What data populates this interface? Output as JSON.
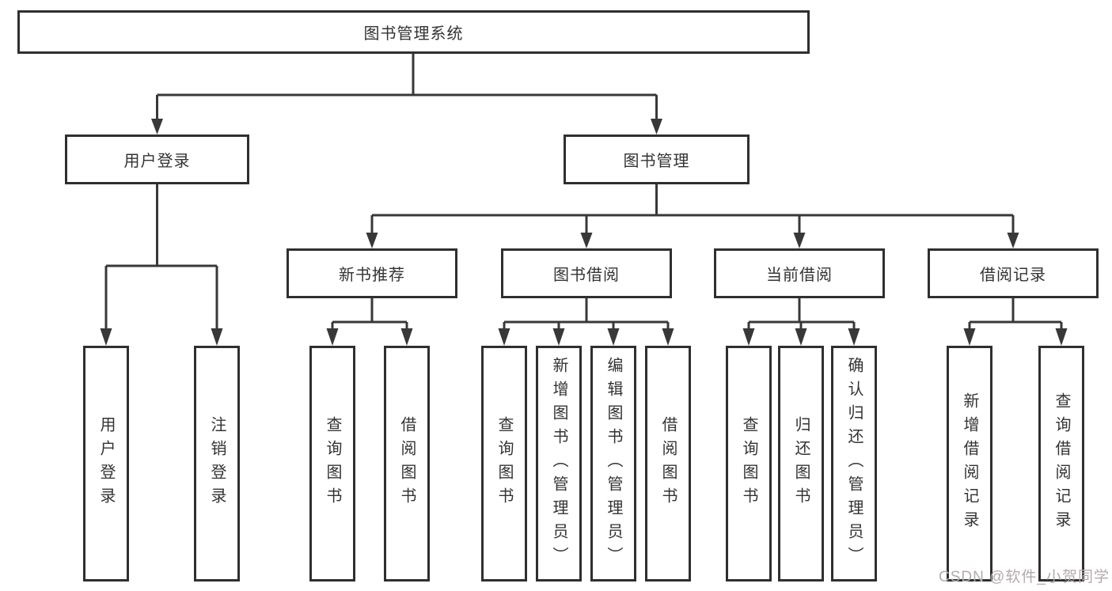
{
  "diagram_title": "图书管理系统",
  "colors": {
    "line": "#383838",
    "box_border": "#2f2f2f",
    "text": "#333333",
    "watermark": "#b4abab",
    "background": "#ffffff"
  },
  "nodes": {
    "root": "图书管理系统",
    "user_login": "用户登录",
    "book_management": "图书管理",
    "new_book_recommend": "新书推荐",
    "book_borrow": "图书借阅",
    "current_borrow": "当前借阅",
    "borrow_records": "借阅记录",
    "leaf_user_login": "用户登录",
    "leaf_logout": "注销登录",
    "leaf_query_books_1": "查询图书",
    "leaf_borrow_books_1": "借阅图书",
    "leaf_query_books_2": "查询图书",
    "leaf_add_books_admin": "新增图书（管理员）",
    "leaf_edit_books_admin": "编辑图书（管理员）",
    "leaf_borrow_books_2": "借阅图书",
    "leaf_query_books_3": "查询图书",
    "leaf_return_books": "归还图书",
    "leaf_confirm_return_admin": "确认归还（管理员）",
    "leaf_add_borrow_record": "新增借阅记录",
    "leaf_query_borrow_record": "查询借阅记录"
  },
  "watermark": "CSDN @软件_小贺同学"
}
